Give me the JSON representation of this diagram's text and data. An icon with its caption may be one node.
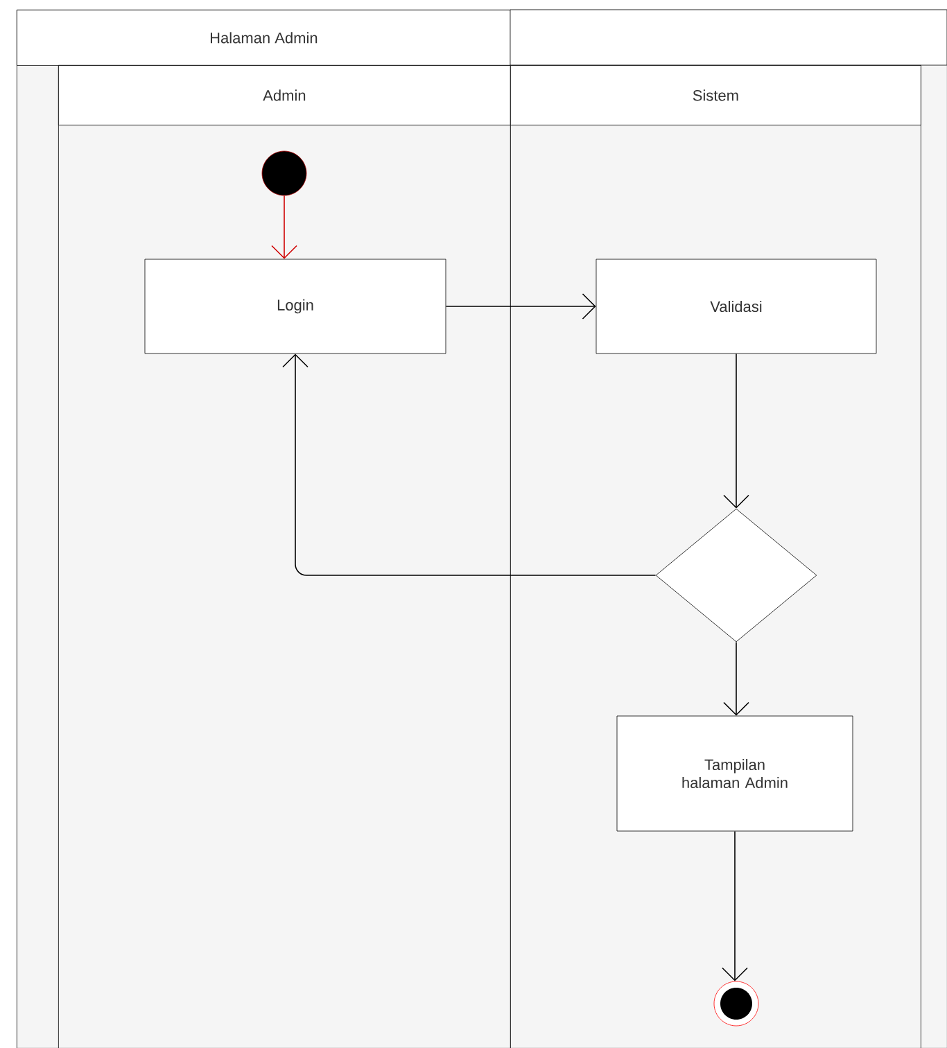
{
  "diagram": {
    "nodes": [
      {
        "text": [
          "Halaman Admin"
        ]
      },
      {
        "text": [
          "Admin"
        ],
        "in": 0
      },
      {
        "text": [
          "Sistem"
        ],
        "in": 0
      },
      {
        "text": [],
        "shape": "circle",
        "in": 1
      },
      {
        "text": [
          "Login"
        ],
        "in": 1
      },
      {
        "text": [
          "Validasi"
        ],
        "in": 2
      },
      {
        "text": [],
        "shape": "diamond",
        "in": 2
      },
      {
        "text": [
          "Tampilan halaman Admin"
        ],
        "in": 2
      },
      {
        "text": [],
        "shape": "circle",
        "in": 2
      }
    ],
    "edges": [
      {
        "from": 3,
        "to": 4,
        "arrow": "to",
        "color": "#d00000"
      },
      {
        "from": 4,
        "to": 5,
        "arrow": "to"
      },
      {
        "from": 5,
        "to": 6,
        "arrow": "to"
      },
      {
        "from": 6,
        "to": 4,
        "arrow": "to"
      },
      {
        "from": 6,
        "to": 7,
        "arrow": "to"
      },
      {
        "from": 7,
        "to": 8,
        "arrow": "to"
      }
    ]
  }
}
